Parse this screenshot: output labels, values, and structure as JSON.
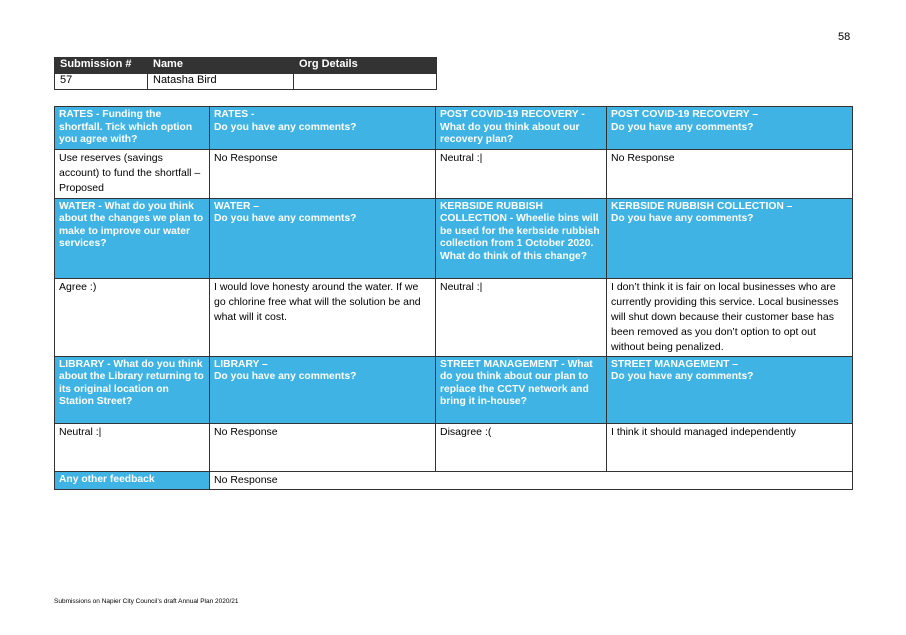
{
  "page_number": "58",
  "footer": "Submissions on Napier City Council’s draft Annual Plan 2020/21",
  "submission": {
    "headers": [
      "Submission #",
      "Name",
      "Org Details"
    ],
    "values": [
      "57",
      "Natasha Bird",
      ""
    ]
  },
  "sections": [
    {
      "headers": [
        {
          "label": "RATES",
          "rest": " - Funding the shortfall. Tick which option you agree with?"
        },
        {
          "label": "RATES -",
          "rest": "",
          "question": "Do you have any comments?"
        },
        {
          "label": "POST COVID-19 RECOVERY",
          "rest": " - What do you think about our recovery plan?"
        },
        {
          "label": "POST COVID-19 RECOVERY –",
          "rest": "",
          "question": "Do you have any comments?"
        }
      ],
      "answers": [
        "Use reserves (savings account) to fund the shortfall – Proposed",
        "No Response",
        "Neutral :|",
        "No Response"
      ]
    },
    {
      "headers": [
        {
          "label": "WATER",
          "rest": " - What do you think about the changes we plan to make to improve our water services?"
        },
        {
          "label": "WATER –",
          "rest": "",
          "question": "Do you have any comments?"
        },
        {
          "label": "KERBSIDE RUBBISH COLLECTION",
          "rest": " - Wheelie bins will be used for the kerbside rubbish collection from 1 October 2020. What do think of this change?"
        },
        {
          "label": "KERBSIDE RUBBISH COLLECTION –",
          "rest": "",
          "question": "Do you have any comments?"
        }
      ],
      "answers": [
        "Agree :)",
        "I would love honesty around the water. If we go chlorine free what will the solution be and what will it cost.",
        "Neutral :|",
        "I don’t think it is fair on local businesses who are currently providing this service. Local businesses will shut down because their customer base has been removed as you don’t option to opt out without being penalized."
      ]
    },
    {
      "headers": [
        {
          "label": "LIBRARY",
          "rest": " - What do you think about the Library returning to its original location on Station Street?"
        },
        {
          "label": "LIBRARY –",
          "rest": "",
          "question": "Do you have any comments?"
        },
        {
          "label": "STREET MANAGEMENT",
          "rest": " - What do you think about our plan to replace the CCTV network and bring it in-house?"
        },
        {
          "label": "STREET MANAGEMENT –",
          "rest": "",
          "question": "Do you have any comments?"
        }
      ],
      "answers": [
        "Neutral :|",
        "No Response",
        "Disagree :(",
        "I think it should managed independently"
      ]
    }
  ],
  "other_feedback": {
    "label": "Any other feedback",
    "value": "No Response"
  }
}
